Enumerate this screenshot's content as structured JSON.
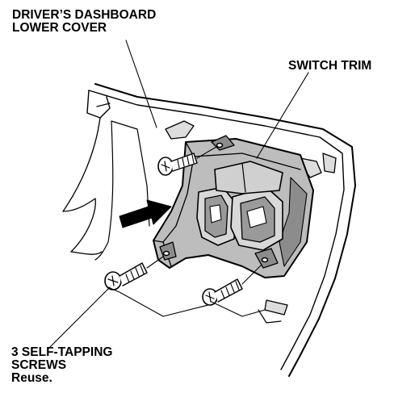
{
  "labels": {
    "dashboard_cover": {
      "line1": "DRIVER’S DASHBOARD",
      "line2": "LOWER COVER"
    },
    "switch_trim": "SWITCH TRIM",
    "screws": {
      "line1": "3 SELF-TAPPING",
      "line2": "SCREWS",
      "note": "Reuse."
    }
  },
  "colors": {
    "ink": "#000000",
    "part_fill": "#bdbdbd",
    "part_dark": "#8c8c8c",
    "switch_fill": "#d8d8d8",
    "background": "#ffffff"
  },
  "icons": {
    "arrow": "install-direction-arrow",
    "screw": "self-tapping-screw"
  }
}
